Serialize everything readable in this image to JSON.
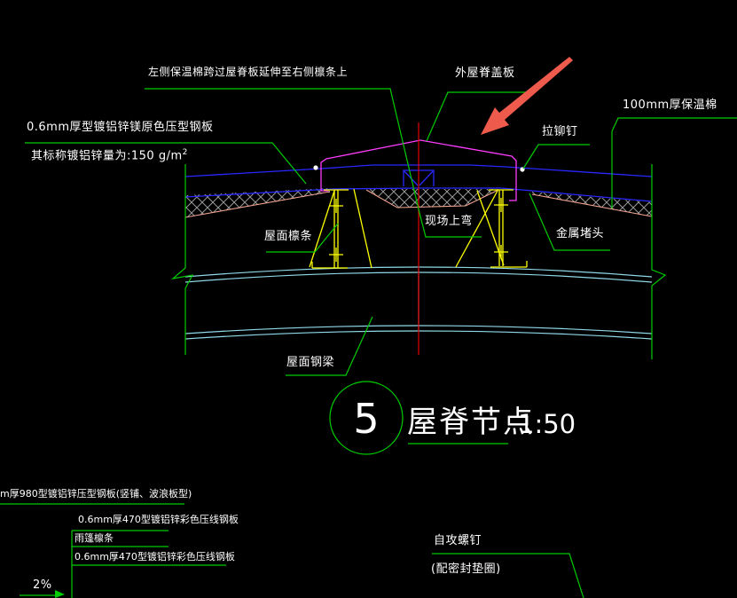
{
  "annotations": {
    "top_note": "左侧保温棉跨过屋脊板延伸至右侧檩条上",
    "outer_ridge_cap": "外屋脊盖板",
    "insulation": "100mm厚保温棉",
    "rivet": "拉铆钉",
    "panel_spec_line1": "0.6mm厚型镀铝锌镁原色压型钢板",
    "panel_spec_line2": "其标称镀铝锌量为:150 g/m",
    "panel_spec_sup": "2",
    "roof_purlin": "屋面檩条",
    "field_bend": "现场上弯",
    "metal_plug": "金属堵头",
    "roof_beam": "屋面钢梁"
  },
  "title_block": {
    "number": "5",
    "name": "屋脊节点",
    "scale": "1:50"
  },
  "bottom_detail": {
    "note_980": "m厚980型镀铝锌压型钢板(竖铺、波浪板型)",
    "note_470_a": "0.6mm厚470型镀铝锌彩色压线钢板",
    "canopy_purlin": "雨篷檩条",
    "note_470_b": "0.6mm厚470型镀铝锌彩色压线钢板",
    "slope": "2%",
    "screw": "自攻螺钉",
    "washer": "(配密封垫圈)"
  },
  "colors": {
    "background": "#000000",
    "callout_green": "#00cc00",
    "panel_blue": "#2828ff",
    "ridge_magenta": "#ff3cff",
    "purlin_yellow": "#ffff00",
    "beam_cyan": "#90d8e8",
    "centerline_red": "#e60000",
    "insulation_salmon": "#efa38f",
    "hatch_gray": "#989898",
    "arrow_red": "#ee5a4c",
    "text_white": "#ffffff"
  }
}
